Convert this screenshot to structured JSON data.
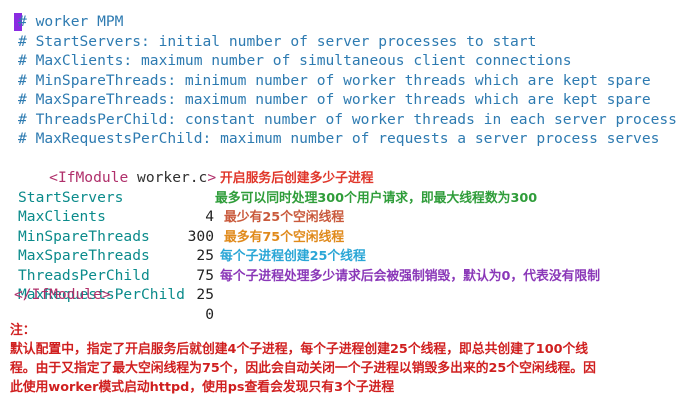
{
  "editor": {
    "comments": [
      "# worker MPM",
      "# StartServers: initial number of server processes to start",
      "# MaxClients: maximum number of simultaneous client connections",
      "# MinSpareThreads: minimum number of worker threads which are kept spare",
      "# MaxSpareThreads: maximum number of worker threads which are kept spare",
      "# ThreadsPerChild: constant number of worker threads in each server process",
      "# MaxRequestsPerChild: maximum number of requests a server process serves"
    ],
    "ifmodule_open_bracket": "<",
    "ifmodule_open_name": "IfModule",
    "ifmodule_open_arg": "worker.c",
    "ifmodule_open_close": ">",
    "directives": [
      {
        "key": "StartServers",
        "value": "4",
        "note": "开启服务后创建多少子进程",
        "note_color": "#e0362a"
      },
      {
        "key": "MaxClients",
        "value": "300",
        "note": "最多可以同时处理300个用户请求，即最大线程数为300",
        "note_color": "#2f9d3a"
      },
      {
        "key": "MinSpareThreads",
        "value": "25",
        "note": "最少有25个空闲线程",
        "note_color": "#c95a3c"
      },
      {
        "key": "MaxSpareThreads",
        "value": "75",
        "note": "最多有75个空闲线程",
        "note_color": "#e08a1c"
      },
      {
        "key": "ThreadsPerChild",
        "value": "25",
        "note": "每个子进程创建25个线程",
        "note_color": "#2aa6d6"
      },
      {
        "key": "MaxRequestsPerChild",
        "value": "0",
        "note": "每个子进程处理多少请求后会被强制销毁，默认为0，代表没有限制",
        "note_color": "#8a37b8"
      }
    ],
    "ifmodule_close": "</IfModule>"
  },
  "footnote": {
    "title": "注：",
    "lines": [
      "默认配置中，指定了开启服务后就创建4个子进程，每个子进程创建25个线程，即总共创建了100个线",
      "程。由于又指定了最大空闲线程为75个，因此会自动关闭一个子进程以销毁多出来的25个空闲线程。因",
      "此使用worker模式启动httpd，使用ps查看会发现只有3个子进程"
    ]
  }
}
